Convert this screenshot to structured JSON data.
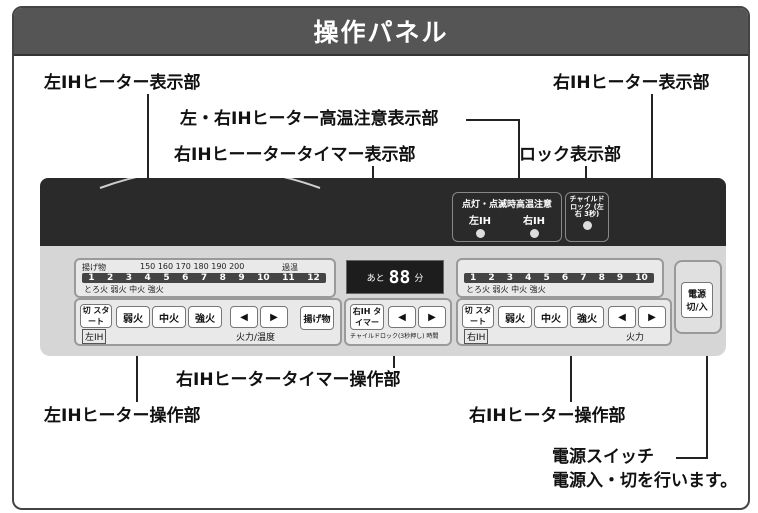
{
  "title": "操作パネル",
  "callouts": {
    "left_display": "左IHヒーター表示部",
    "right_display": "右IHヒーター表示部",
    "high_temp": "左・右IHヒーター高温注意表示部",
    "timer_display": "右IHヒーータータイマー表示部",
    "lock_display": "ロック表示部",
    "timer_operation": "右IHヒータータイマー操作部",
    "left_operation": "左IHヒーター操作部",
    "right_operation": "右IHヒーター操作部",
    "power_switch": "電源スイッチ",
    "power_desc": "電源入・切を行います。"
  },
  "panel": {
    "fry_label": "揚げ物",
    "fry_temps": "150 160 170 180 190 200",
    "overheat": "過温",
    "left_scale": [
      "1",
      "2",
      "3",
      "4",
      "5",
      "6",
      "7",
      "8",
      "9",
      "10",
      "11",
      "12"
    ],
    "left_scale_sub": "とろ火  弱火  中火  強火",
    "right_scale": [
      "1",
      "2",
      "3",
      "4",
      "5",
      "6",
      "7",
      "8",
      "9",
      "10"
    ],
    "right_scale_sub": "とろ火  弱火  中火  強火",
    "start_btn": "切 スタート",
    "weak": "弱火",
    "medium": "中火",
    "strong": "強火",
    "left_tag": "左IH",
    "right_tag": "右IH",
    "left_power_label": "火力/温度",
    "right_power_label": "火力",
    "fry_btn": "揚げ物",
    "high_temp_box": "点灯・点滅時高温注意",
    "hi_left": "左IH",
    "hi_right": "右IH",
    "lock_box": "チャイルド ロック (左右 3秒)",
    "timer_prefix": "あと",
    "timer_value": "88",
    "timer_unit": "分",
    "timer_btn": "右IH タイマー",
    "timer_caption": "チャイルドロック(3秒押し) 時間",
    "power_btn": "電源 切/入"
  }
}
